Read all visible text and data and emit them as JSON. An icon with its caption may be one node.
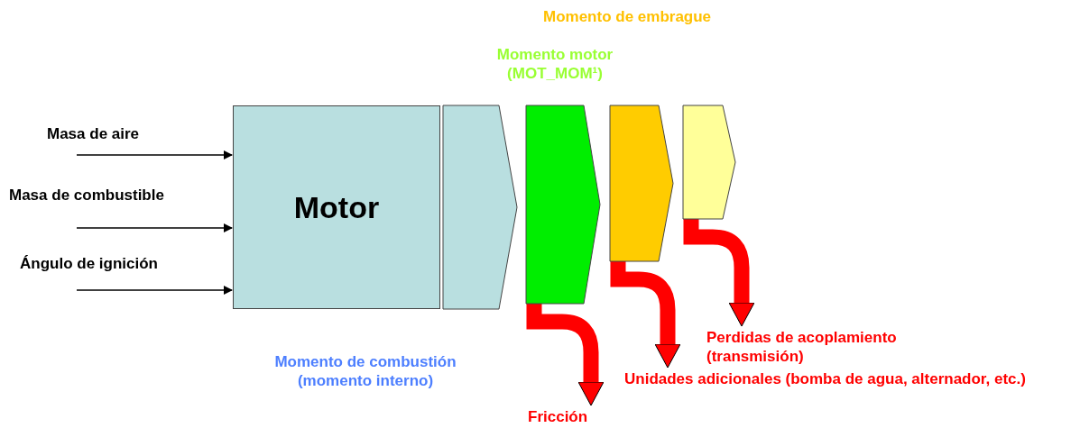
{
  "diagram": {
    "nodes": [
      {
        "text": [
          "Motor"
        ]
      },
      {
        "text": [],
        "shape": "chevron",
        "beside": [
          "Momento de combustión (momento interno)"
        ]
      },
      {
        "text": [],
        "shape": "chevron",
        "beside": [
          "Momento motor (MOT_MOM¹)"
        ]
      },
      {
        "text": [],
        "shape": "chevron"
      },
      {
        "text": [],
        "shape": "chevron"
      },
      {
        "text": [
          "Fricción"
        ]
      },
      {
        "text": [
          "Unidades adicionales (bomba de agua, alternador, etc.)"
        ]
      },
      {
        "text": [
          "Perdidas de acoplamiento (transmisión)"
        ]
      }
    ],
    "edges": [
      {
        "from": null,
        "to": 0,
        "arrow": "to"
      },
      {
        "from": null,
        "to": 0,
        "arrow": "to"
      },
      {
        "from": null,
        "to": 0,
        "arrow": "to"
      },
      {
        "from": 2,
        "to": 5,
        "arrow": "to",
        "style": "thick",
        "color": "#ff0000"
      },
      {
        "from": 3,
        "to": 6,
        "arrow": "to",
        "style": "thick",
        "color": "#ff0000"
      },
      {
        "from": 4,
        "to": 7,
        "arrow": "to",
        "style": "thick",
        "color": "#ff0000"
      }
    ],
    "labels": [
      "Momento de embrague",
      "Masa de aire",
      "Masa de combustible",
      "Ángulo de ignición"
    ]
  }
}
